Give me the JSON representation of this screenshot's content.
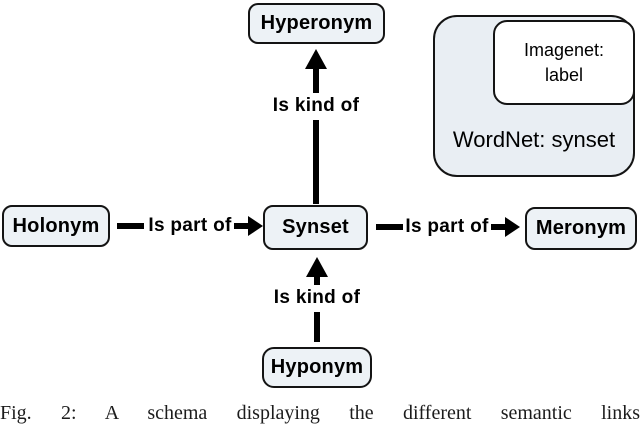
{
  "figure": {
    "caption": "Fig. 2: A schema displaying the different semantic links"
  },
  "diagram": {
    "nodes": {
      "hyperonym": "Hyperonym",
      "holonym": "Holonym",
      "synset": "Synset",
      "meronym": "Meronym",
      "hyponym": "Hyponym"
    },
    "edge_labels": {
      "synset_to_hyperonym": "Is kind of",
      "hyponym_to_synset": "Is kind of",
      "holonym_to_synset": "Is part of",
      "synset_to_meronym": "Is part of"
    },
    "legend": {
      "wordnet": "WordNet: synset",
      "imagenet_line1": "Imagenet:",
      "imagenet_line2": "label"
    },
    "colors": {
      "node_fill": "#edf2f6",
      "legend_fill": "#e9eef3",
      "imagenet_fill": "#ffffff",
      "border": "#141414",
      "arrow": "#000000",
      "background": "#ffffff"
    }
  }
}
